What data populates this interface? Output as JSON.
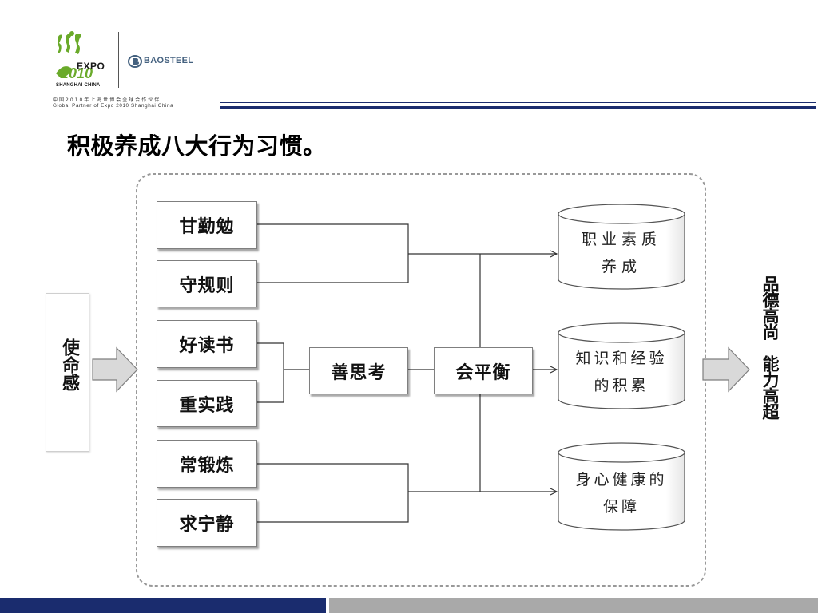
{
  "header": {
    "expo_label": "EXPO",
    "shanghai_label": "SHANGHAI CHINA",
    "baosteel_label": "BAOSTEEL",
    "partner_cn": "中国2010年上海世博会全球合作伙伴",
    "partner_en": "Global Partner of Expo 2010 Shanghai China",
    "rule_color": "#1a2c6e"
  },
  "slide_title": "积极养成八大行为习惯。",
  "mission": "使命感",
  "habits": [
    "甘勤勉",
    "守规则",
    "好读书",
    "重实践",
    "常锻炼",
    "求宁静"
  ],
  "think": "善思考",
  "balance": "会平衡",
  "results": [
    {
      "line1": "职业素质",
      "line2": "养成"
    },
    {
      "line1": "知识和经验",
      "line2": "的积累"
    },
    {
      "line1": "身心健康的",
      "line2": "保障"
    }
  ],
  "outcome": "品德高尚　能力高超",
  "colors": {
    "footer_blue": "#1a2c6e",
    "footer_gray": "#a9a9a9",
    "arrow_fill": "#d9d9d9"
  }
}
